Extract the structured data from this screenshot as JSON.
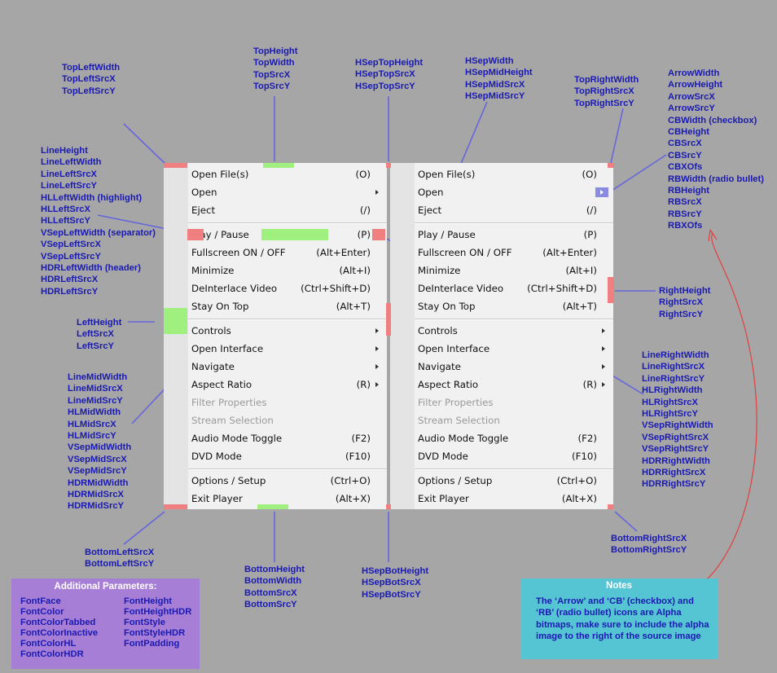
{
  "colors": {
    "background": "#a6a6a6",
    "label": "#1a1ab3",
    "leader_line": "#6666dd",
    "source_red": "#f08080",
    "source_green": "#a0f080",
    "params_box": "#a77ed6",
    "notes_box": "#55c4d3",
    "curve": "#e04040"
  },
  "menu_items": [
    {
      "label": "Open File(s)",
      "shortcut": "(O)",
      "submenu": false,
      "disabled": false
    },
    {
      "label": "Open",
      "shortcut": "",
      "submenu": true,
      "disabled": false
    },
    {
      "label": "Eject",
      "shortcut": "(/)",
      "submenu": false,
      "disabled": false
    },
    {
      "label": "Play / Pause",
      "shortcut": "(P)",
      "submenu": false,
      "disabled": false
    },
    {
      "label": "Fullscreen ON / OFF",
      "shortcut": "(Alt+Enter)",
      "submenu": false,
      "disabled": false
    },
    {
      "label": "Minimize",
      "shortcut": "(Alt+I)",
      "submenu": false,
      "disabled": false
    },
    {
      "label": "DeInterlace Video",
      "shortcut": "(Ctrl+Shift+D)",
      "submenu": false,
      "disabled": false
    },
    {
      "label": "Stay On Top",
      "shortcut": "(Alt+T)",
      "submenu": false,
      "disabled": false
    },
    {
      "label": "Controls",
      "shortcut": "",
      "submenu": true,
      "disabled": false
    },
    {
      "label": "Open Interface",
      "shortcut": "",
      "submenu": true,
      "disabled": false
    },
    {
      "label": "Navigate",
      "shortcut": "",
      "submenu": true,
      "disabled": false
    },
    {
      "label": "Aspect Ratio",
      "shortcut": "(R)",
      "submenu": true,
      "disabled": false
    },
    {
      "label": "Filter Properties",
      "shortcut": "",
      "submenu": false,
      "disabled": true
    },
    {
      "label": "Stream Selection",
      "shortcut": "",
      "submenu": false,
      "disabled": true
    },
    {
      "label": "Audio Mode Toggle",
      "shortcut": "(F2)",
      "submenu": false,
      "disabled": false
    },
    {
      "label": "DVD Mode",
      "shortcut": "(F10)",
      "submenu": false,
      "disabled": false
    },
    {
      "label": "Options / Setup",
      "shortcut": "(Ctrl+O)",
      "submenu": false,
      "disabled": false
    },
    {
      "label": "Exit Player",
      "shortcut": "(Alt+X)",
      "submenu": false,
      "disabled": false
    }
  ],
  "labels": [
    {
      "id": "top-left",
      "lines": [
        "TopLeftWidth",
        "TopLeftSrcX",
        "TopLeftSrcY"
      ]
    },
    {
      "id": "top",
      "lines": [
        "TopHeight",
        "TopWidth",
        "TopSrcX",
        "TopSrcY"
      ]
    },
    {
      "id": "hsep-top",
      "lines": [
        "HSepTopHeight",
        "HSepTopSrcX",
        "HSepTopSrcY"
      ]
    },
    {
      "id": "hsep-mid",
      "lines": [
        "HSepWidth",
        "HSepMidHeight",
        "HSepMidSrcX",
        "HSepMidSrcY"
      ]
    },
    {
      "id": "top-right",
      "lines": [
        "TopRightWidth",
        "TopRightSrcX",
        "TopRightSrcY"
      ]
    },
    {
      "id": "arrow-cb-rb",
      "lines": [
        "ArrowWidth",
        "ArrowHeight",
        "ArrowSrcX",
        "ArrowSrcY",
        "CBWidth (checkbox)",
        "CBHeight",
        "CBSrcX",
        "CBSrcY",
        "CBXOfs",
        "RBWidth (radio bullet)",
        "RBHeight",
        "RBSrcX",
        "RBSrcY",
        "RBXOfs"
      ]
    },
    {
      "id": "line-left",
      "lines": [
        "LineHeight",
        "LineLeftWidth",
        "LineLeftSrcX",
        "LineLeftSrcY",
        "HLLeftWidth (highlight)",
        "HLLeftSrcX",
        "HLLeftSrcY",
        "VSepLeftWidth (separator)",
        "VSepLeftSrcX",
        "VSepLeftSrcY",
        "HDRLeftWidth (header)",
        "HDRLeftSrcX",
        "HDRLeftSrcY"
      ]
    },
    {
      "id": "left",
      "lines": [
        "LeftHeight",
        "LeftSrcX",
        "LeftSrcY"
      ]
    },
    {
      "id": "right",
      "lines": [
        "RightHeight",
        "RightSrcX",
        "RightSrcY"
      ]
    },
    {
      "id": "line-mid",
      "lines": [
        "LineMidWidth",
        "LineMidSrcX",
        "LineMidSrcY",
        "HLMidWidth",
        "HLMidSrcX",
        "HLMidSrcY",
        "VSepMidWidth",
        "VSepMidSrcX",
        "VSepMidSrcY",
        "HDRMidWidth",
        "HDRMidSrcX",
        "HDRMidSrcY"
      ]
    },
    {
      "id": "line-right",
      "lines": [
        "LineRightWidth",
        "LineRightSrcX",
        "LineRightSrcY",
        "HLRightWidth",
        "HLRightSrcX",
        "HLRightSrcY",
        "VSepRightWidth",
        "VSepRightSrcX",
        "VSepRightSrcY",
        "HDRRightWidth",
        "HDRRightSrcX",
        "HDRRightSrcY"
      ]
    },
    {
      "id": "bottom-left",
      "lines": [
        "BottomLeftSrcX",
        "BottomLeftSrcY"
      ]
    },
    {
      "id": "bottom",
      "lines": [
        "BottomHeight",
        "BottomWidth",
        "BottomSrcX",
        "BottomSrcY"
      ]
    },
    {
      "id": "hsep-bot",
      "lines": [
        "HSepBotHeight",
        "HSepBotSrcX",
        "HSepBotSrcY"
      ]
    },
    {
      "id": "bottom-right",
      "lines": [
        "BottomRightSrcX",
        "BottomRightSrcY"
      ]
    }
  ],
  "params": {
    "title": "Additional Parameters:",
    "col1": [
      "FontFace",
      "FontColor",
      "FontColorTabbed",
      "FontColorInactive",
      "FontColorHL",
      "FontColorHDR"
    ],
    "col2": [
      "FontHeight",
      "FontHeightHDR",
      "FontStyle",
      "FontStyleHDR",
      "FontPadding"
    ]
  },
  "notes": {
    "title": "Notes",
    "text": "The ‘Arrow’ and ‘CB’ (checkbox) and ‘RB’ (radio bullet) icons are Alpha bitmaps, make sure to include the alpha image to the right of the source image"
  }
}
